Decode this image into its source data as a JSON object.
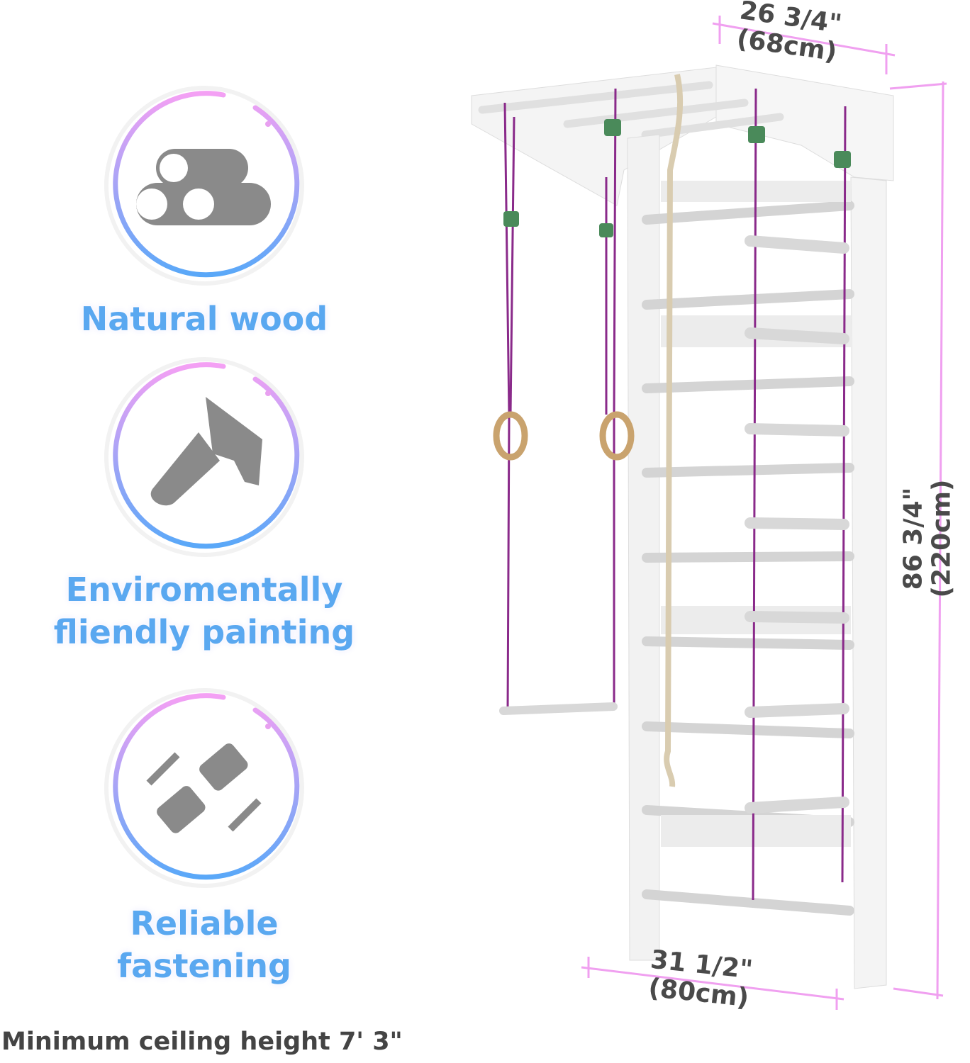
{
  "features": [
    {
      "icon": "logs-icon",
      "lines": [
        "Natural wood"
      ]
    },
    {
      "icon": "paint-brush-icon",
      "lines": [
        "Enviromentally",
        "fliendly painting"
      ]
    },
    {
      "icon": "seatbelt-fastening-icon",
      "lines": [
        "Reliable",
        "fastening"
      ]
    }
  ],
  "dimensions": {
    "width_top": {
      "imperial": "26 3/4\"",
      "metric": "(68cm)"
    },
    "height": {
      "imperial": "86 3/4\"",
      "metric": "(220cm)"
    },
    "width_bottom": {
      "imperial": "31 1/2\"",
      "metric": "(80cm)"
    }
  },
  "footer": "Minimum ceiling height 7' 3\"",
  "colors": {
    "feature_text": "#5aa8f0",
    "dimension_line": "#f0a0f0",
    "ring_top": "#f4a0f4",
    "ring_bottom": "#5aa8f8",
    "icon_gray": "#8a8a8a",
    "rope": "#8a2a8a"
  }
}
